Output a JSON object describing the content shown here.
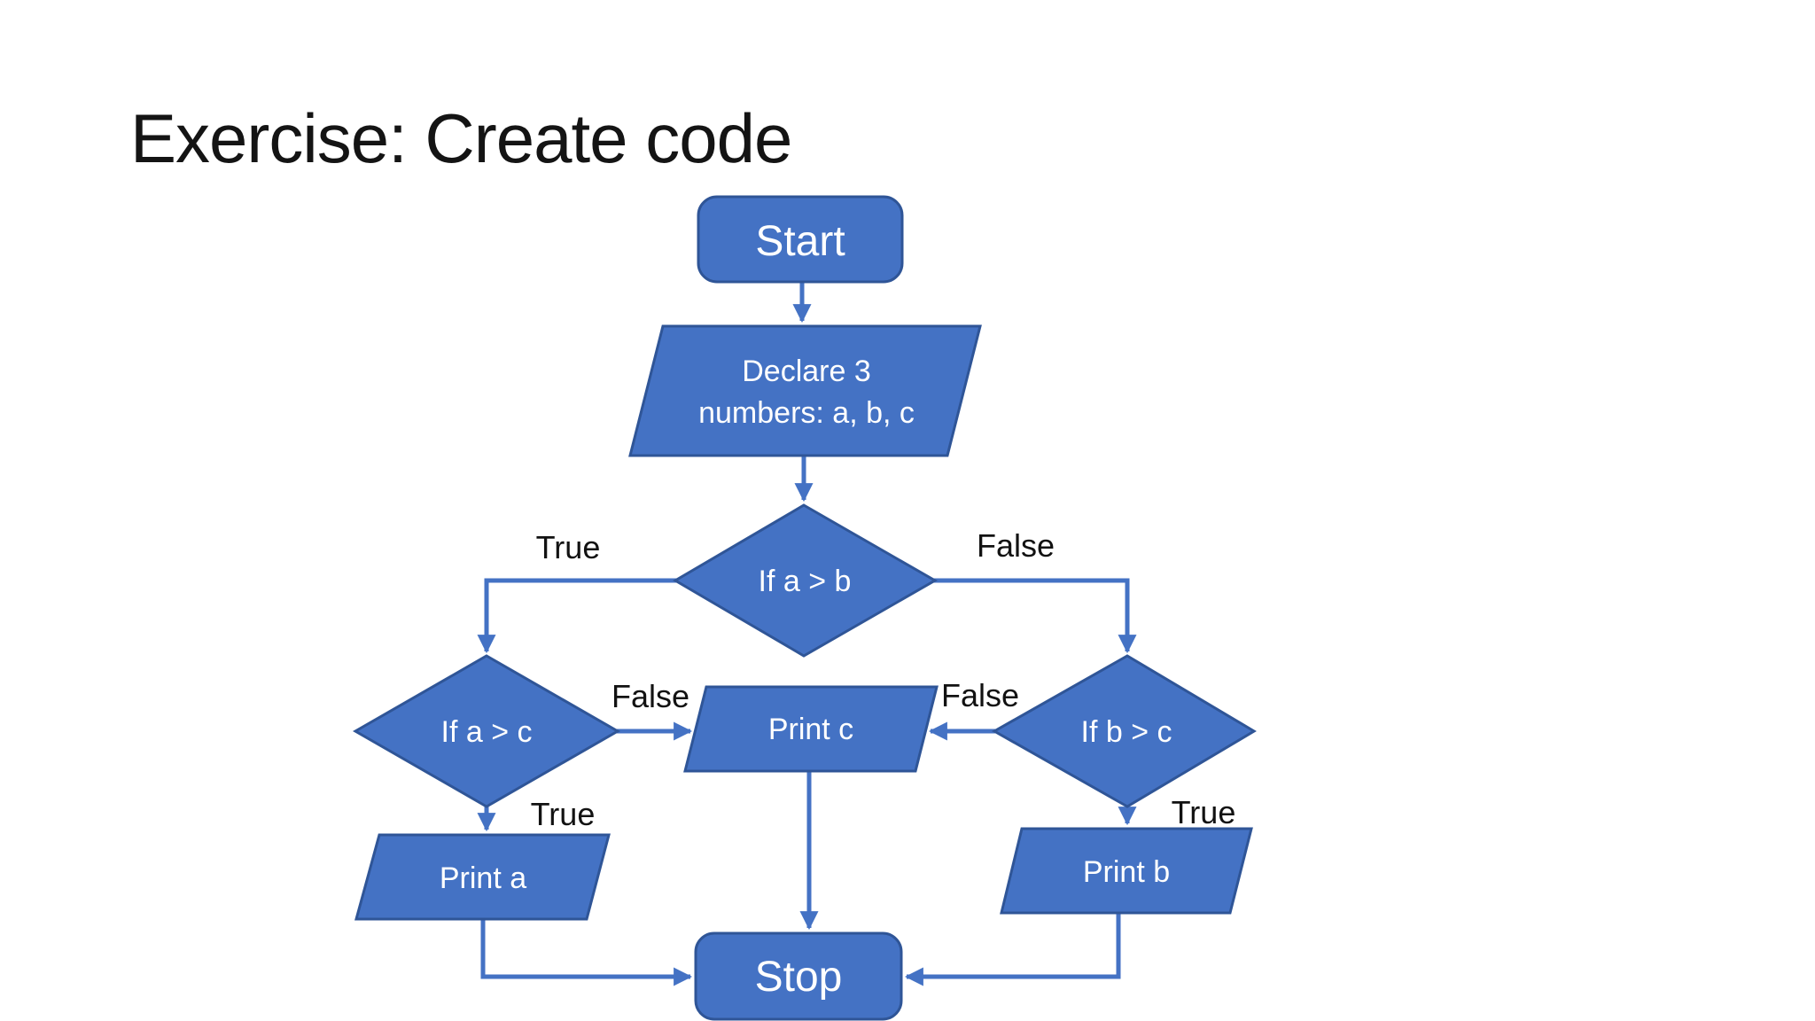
{
  "slide": {
    "title": "Exercise: Create code",
    "background_color": "#FFFFFF"
  },
  "colors": {
    "shape_fill": "#4472C4",
    "shape_border": "#2F5597",
    "connector": "#4472C4",
    "shape_text": "#FFFFFF",
    "edge_label_text": "#121212",
    "title_text": "#141414"
  },
  "flowchart": {
    "nodes": {
      "start": {
        "shape": "rounded-rectangle",
        "label": "Start"
      },
      "declare": {
        "shape": "parallelogram",
        "line1": "Declare 3",
        "line2": "numbers: a, b, c"
      },
      "if_a_gt_b": {
        "shape": "diamond",
        "label": "If a > b"
      },
      "if_a_gt_c": {
        "shape": "diamond",
        "label": "If a > c"
      },
      "if_b_gt_c": {
        "shape": "diamond",
        "label": "If b > c"
      },
      "print_c": {
        "shape": "parallelogram",
        "label": "Print c"
      },
      "print_a": {
        "shape": "parallelogram",
        "label": "Print a"
      },
      "print_b": {
        "shape": "parallelogram",
        "label": "Print b"
      },
      "stop": {
        "shape": "rounded-rectangle",
        "label": "Stop"
      }
    },
    "edge_labels": {
      "a_gt_b_true": "True",
      "a_gt_b_false": "False",
      "a_gt_c_false": "False",
      "a_gt_c_true": "True",
      "b_gt_c_false": "False",
      "b_gt_c_true": "True"
    }
  }
}
